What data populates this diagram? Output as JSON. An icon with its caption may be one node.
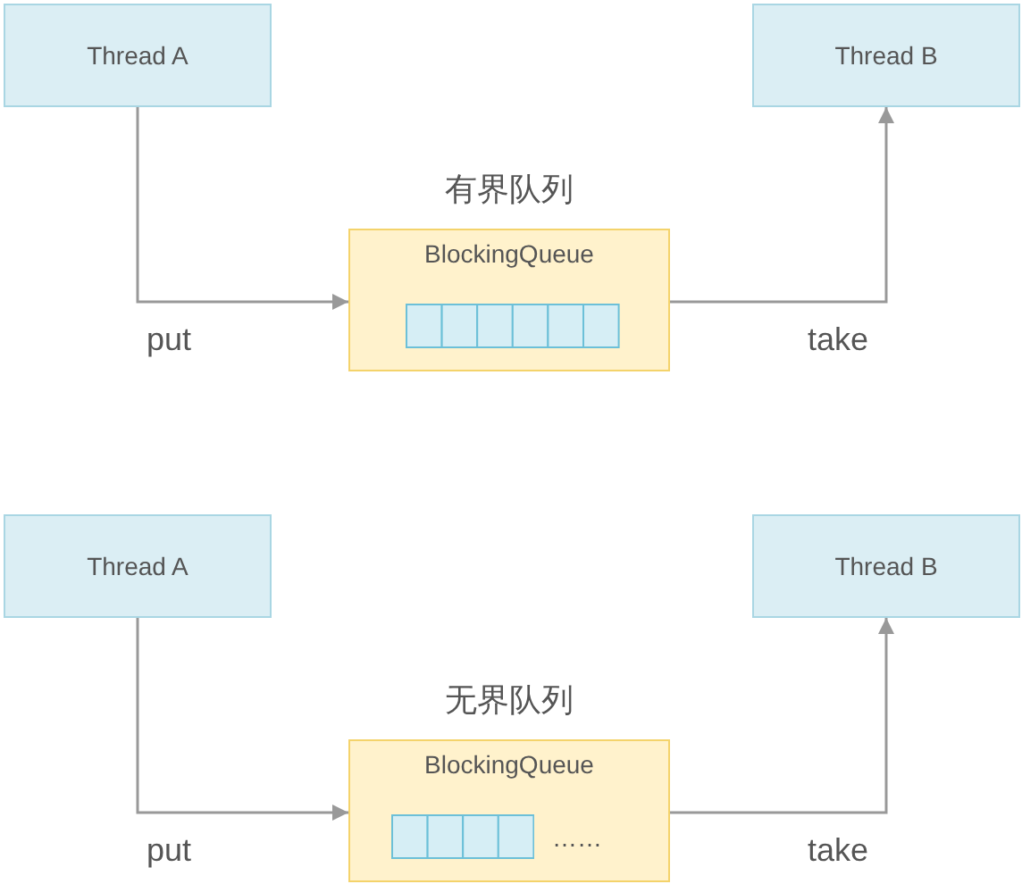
{
  "diagram": {
    "nodes": [
      {
        "text": [
          "Thread A"
        ]
      },
      {
        "text": [
          "Thread B"
        ]
      },
      {
        "text": [
          "有界队列",
          "BlockingQueue"
        ]
      },
      {
        "text": [
          "Thread A"
        ]
      },
      {
        "text": [
          "Thread B"
        ]
      },
      {
        "text": [
          "无界队列",
          "BlockingQueue",
          "……"
        ]
      }
    ],
    "edges": [
      {
        "from": 0,
        "to": 2,
        "arrow": "to",
        "label": "put"
      },
      {
        "from": 2,
        "to": 1,
        "arrow": "to",
        "label": "take"
      },
      {
        "from": 3,
        "to": 5,
        "arrow": "to",
        "label": "put"
      },
      {
        "from": 5,
        "to": 4,
        "arrow": "to",
        "label": "take"
      }
    ]
  }
}
